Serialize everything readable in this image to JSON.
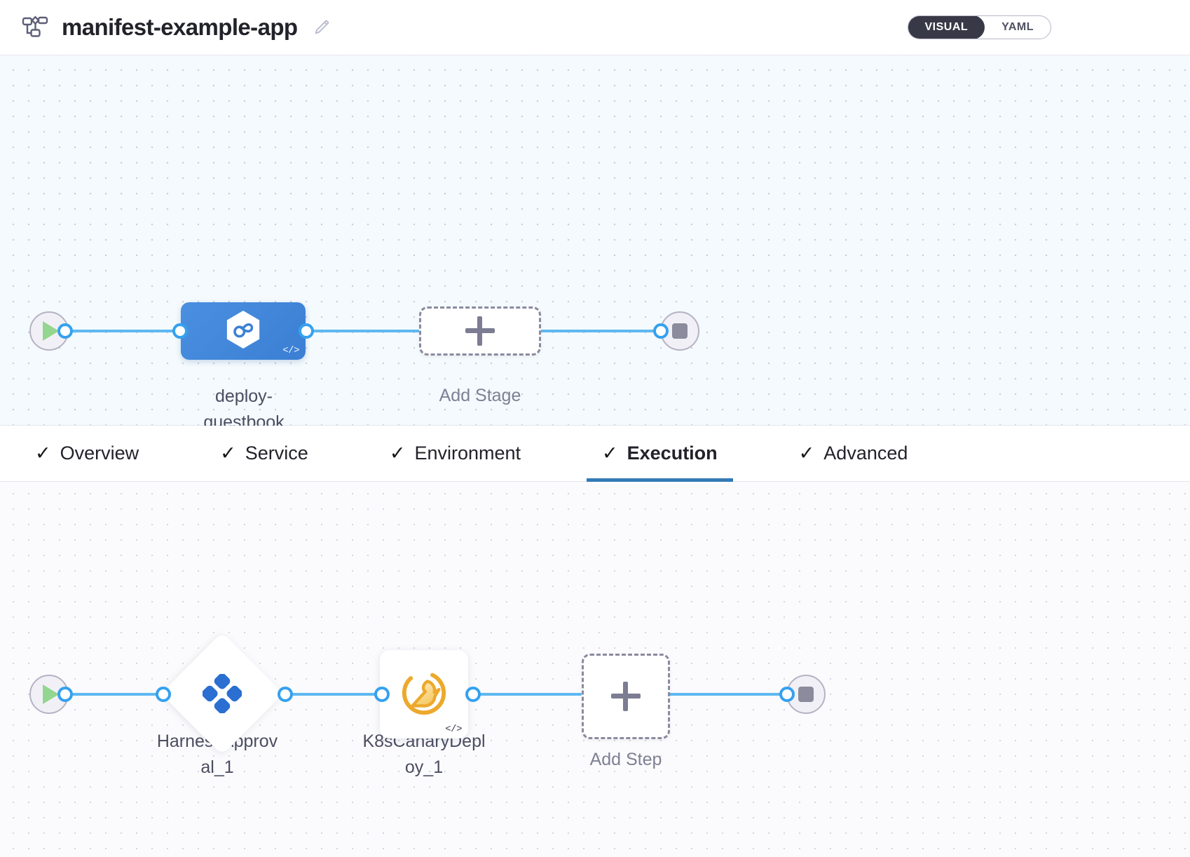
{
  "header": {
    "pipeline_icon": "pipeline-flow-icon",
    "title": "manifest-example-app",
    "edit_icon": "pencil-edit-icon",
    "mode_toggle": {
      "visual_label": "VISUAL",
      "yaml_label": "YAML",
      "selected": "VISUAL",
      "active_bg": "#383946",
      "active_text": "#ffffff"
    }
  },
  "stage_canvas": {
    "start_node": {
      "icon": "play-icon",
      "color": "#93d68f"
    },
    "end_node": {
      "icon": "stop-icon",
      "color": "#8b8b9d"
    },
    "stages": [
      {
        "label_line1": "deploy-",
        "label_line2": "guestbook",
        "icon": "cd-hexagon-infinity-icon",
        "code_badge": "</>",
        "accent": "#3b7fd4"
      }
    ],
    "add_stage": {
      "label": "Add Stage",
      "icon": "plus-icon"
    }
  },
  "tabs": {
    "check_glyph": "✓",
    "items": [
      {
        "label": "Overview",
        "checked": true,
        "active": false
      },
      {
        "label": "Service",
        "checked": true,
        "active": false
      },
      {
        "label": "Environment",
        "checked": true,
        "active": false
      },
      {
        "label": "Execution",
        "checked": true,
        "active": true
      },
      {
        "label": "Advanced",
        "checked": true,
        "active": false
      }
    ],
    "active_underline_color": "#337ab7"
  },
  "execution_canvas": {
    "start_node": {
      "icon": "play-icon",
      "color": "#93d68f"
    },
    "end_node": {
      "icon": "stop-icon",
      "color": "#8b8b9d"
    },
    "steps": [
      {
        "label_line1": "HarnessApprov",
        "label_line2": "al_1",
        "icon": "harness-approval-clover-icon",
        "shape": "diamond",
        "accent": "#2a6fd1",
        "code_badge": ""
      },
      {
        "label_line1": "K8sCanaryDepl",
        "label_line2": "oy_1",
        "icon": "canary-bird-icon",
        "shape": "square",
        "accent": "#efab2e",
        "code_badge": "</>"
      }
    ],
    "add_step": {
      "label": "Add Step",
      "icon": "plus-icon"
    }
  },
  "colors": {
    "edge": "#5fb8f0",
    "dot_border": "#35a1ef",
    "canvas_top_bg": "#f4fafd",
    "canvas_bottom_bg": "#fbfbfd"
  }
}
